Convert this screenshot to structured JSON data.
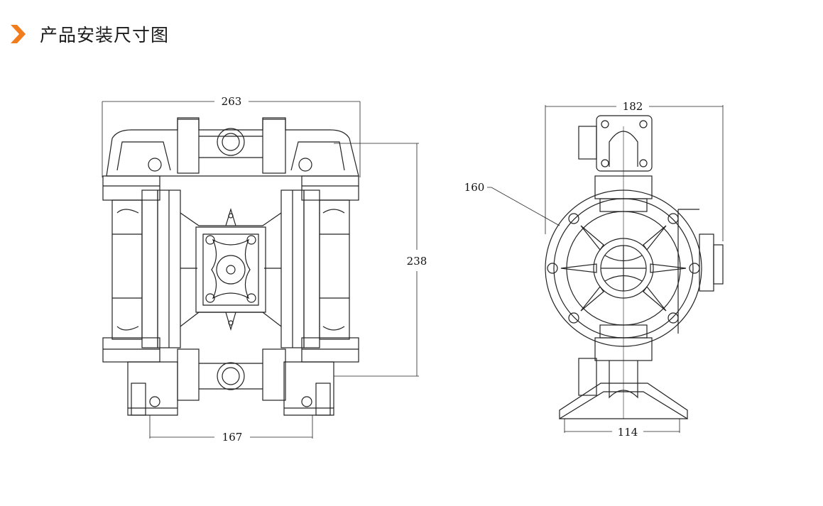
{
  "header": {
    "title": "产品安装尺寸图"
  },
  "front_view": {
    "width_label": "263",
    "height_label": "238",
    "base_label": "167"
  },
  "side_view": {
    "width_label": "182",
    "diameter_label": "160",
    "base_label": "114"
  },
  "colors": {
    "accent": "#f07c1b",
    "line": "#222222"
  }
}
